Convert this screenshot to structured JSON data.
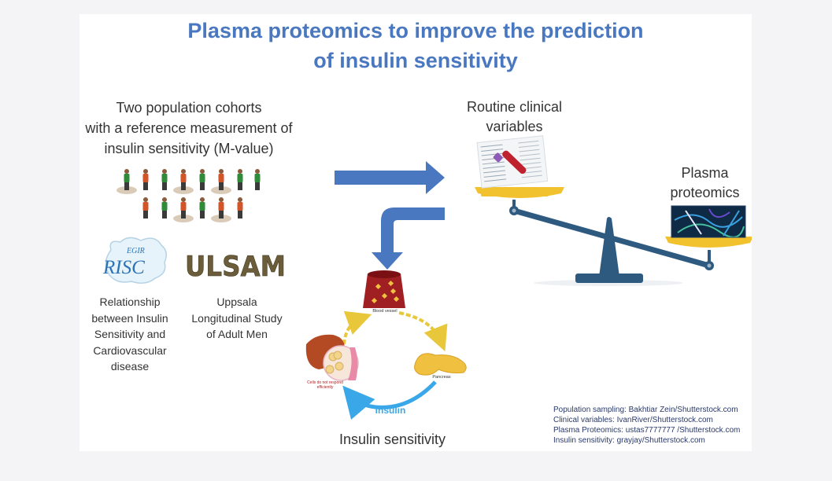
{
  "title": {
    "line1": "Plasma proteomics to improve the prediction",
    "line2": "of insulin sensitivity"
  },
  "cohorts": {
    "heading_line1": "Two population cohorts",
    "heading_line2": "with a reference measurement of",
    "heading_line3": "insulin sensitivity (M-value)"
  },
  "risc": {
    "logo_text_top": "EGIR",
    "logo_text": "RISC",
    "caption_line1": "Relationship",
    "caption_line2": "between Insulin",
    "caption_line3": "Sensitivity and",
    "caption_line4": "Cardiovascular",
    "caption_line5": "disease"
  },
  "ulsam": {
    "logo_text": "ULSAM",
    "caption_line1": "Uppsala",
    "caption_line2": "Longitudinal Study",
    "caption_line3": "of Adult Men"
  },
  "routine": {
    "label_line1": "Routine clinical",
    "label_line2": "variables"
  },
  "proteomics": {
    "label_line1": "Plasma",
    "label_line2": "proteomics"
  },
  "cycle": {
    "blood_vessel": "Blood vessel",
    "pancreas": "Pancreas",
    "cells": "Cells do not respond efficiently",
    "insulin": "Insulin",
    "caption": "Insulin sensitivity"
  },
  "credits": [
    "Population sampling: Bakhtiar Zein/Shutterstock.com",
    "Clinical variables: IvanRiver/Shutterstock.com",
    "Plasma Proteomics: ustas7777777 /Shutterstock.com",
    "Insulin sensitivity: grayjay/Shutterstock.com"
  ],
  "colors": {
    "title": "#4a78c0",
    "arrow": "#4a78c0",
    "scale": "#2f5a80",
    "pan": "#f2c12e",
    "insulin_arrow": "#3aa8e8",
    "yellow_arrow": "#e8c83a"
  },
  "icons": {
    "people": "population-people-icon",
    "scale": "balance-scale-icon",
    "lab_sheet": "lab-report-blood-tube-icon",
    "proteomics": "protein-network-icon",
    "blood_vessel": "blood-vessel-icon",
    "pancreas": "pancreas-icon",
    "liver": "liver-icon"
  }
}
